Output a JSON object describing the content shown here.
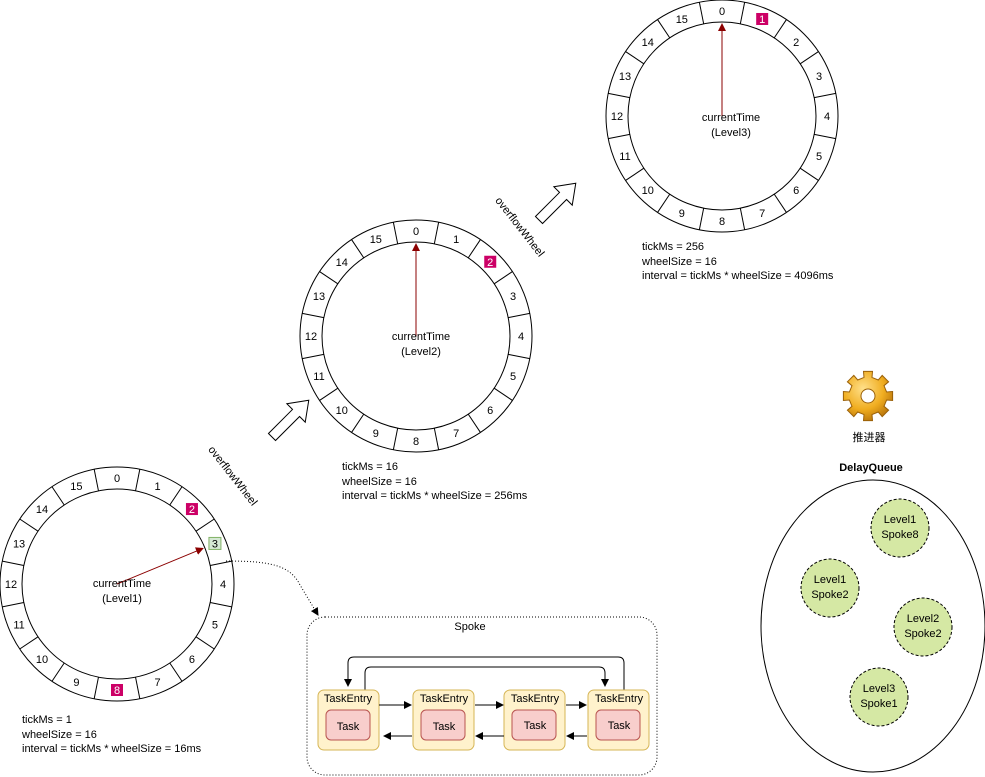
{
  "wheels": [
    {
      "id": "level1",
      "labels": [
        "0",
        "1",
        "2",
        "3",
        "4",
        "5",
        "6",
        "7",
        "8",
        "9",
        "10",
        "11",
        "12",
        "13",
        "14",
        "15"
      ],
      "highlights": [
        {
          "slot": 2,
          "bg": "#cc0066",
          "fg": "#ffffff"
        },
        {
          "slot": 3,
          "bg": "#d5e8d4",
          "fg": "#000000",
          "stroke": "#82b366"
        },
        {
          "slot": 8,
          "bg": "#cc0066",
          "fg": "#ffffff"
        }
      ],
      "hand_slot": 3,
      "center_lines": [
        "currentTime",
        "(Level1)"
      ],
      "info": [
        "tickMs = 1",
        "wheelSize = 16",
        "interval = tickMs * wheelSize = 16ms"
      ]
    },
    {
      "id": "level2",
      "labels": [
        "0",
        "1",
        "2",
        "3",
        "4",
        "5",
        "6",
        "7",
        "8",
        "9",
        "10",
        "11",
        "12",
        "13",
        "14",
        "15"
      ],
      "highlights": [
        {
          "slot": 2,
          "bg": "#cc0066",
          "fg": "#ffffff"
        }
      ],
      "hand_slot": 0,
      "center_lines": [
        "currentTime",
        "(Level2)"
      ],
      "info": [
        "tickMs = 16",
        "wheelSize = 16",
        "interval = tickMs * wheelSize = 256ms"
      ]
    },
    {
      "id": "level3",
      "labels": [
        "0",
        "1",
        "2",
        "3",
        "4",
        "5",
        "6",
        "7",
        "8",
        "9",
        "10",
        "11",
        "12",
        "13",
        "14",
        "15"
      ],
      "highlights": [
        {
          "slot": 1,
          "bg": "#cc0066",
          "fg": "#ffffff"
        }
      ],
      "hand_slot": 0,
      "center_lines": [
        "currentTime",
        "(Level3)"
      ],
      "info": [
        "tickMs = 256",
        "wheelSize = 16",
        "interval = tickMs * wheelSize = 4096ms"
      ]
    }
  ],
  "overflow_label": "overflowWheel",
  "spoke": {
    "title": "Spoke",
    "entries": [
      {
        "entry": "TaskEntry",
        "task": "Task"
      },
      {
        "entry": "TaskEntry",
        "task": "Task"
      },
      {
        "entry": "TaskEntry",
        "task": "Task"
      },
      {
        "entry": "TaskEntry",
        "task": "Task"
      }
    ]
  },
  "driver": {
    "label": "推进器",
    "icon": "gear-icon"
  },
  "delay_queue": {
    "title": "DelayQueue",
    "items": [
      [
        "Level1",
        "Spoke8"
      ],
      [
        "Level1",
        "Spoke2"
      ],
      [
        "Level2",
        "Spoke2"
      ],
      [
        "Level3",
        "Spoke1"
      ]
    ]
  },
  "colors": {
    "hand": "#8b0000",
    "highlight": "#cc0066",
    "entry_fill": "#fff2cc",
    "entry_stroke": "#d6b656",
    "task_fill": "#f8cecc",
    "task_stroke": "#b85450",
    "queue_item_fill": "#d5e8a4",
    "gear": "#e8a317"
  }
}
